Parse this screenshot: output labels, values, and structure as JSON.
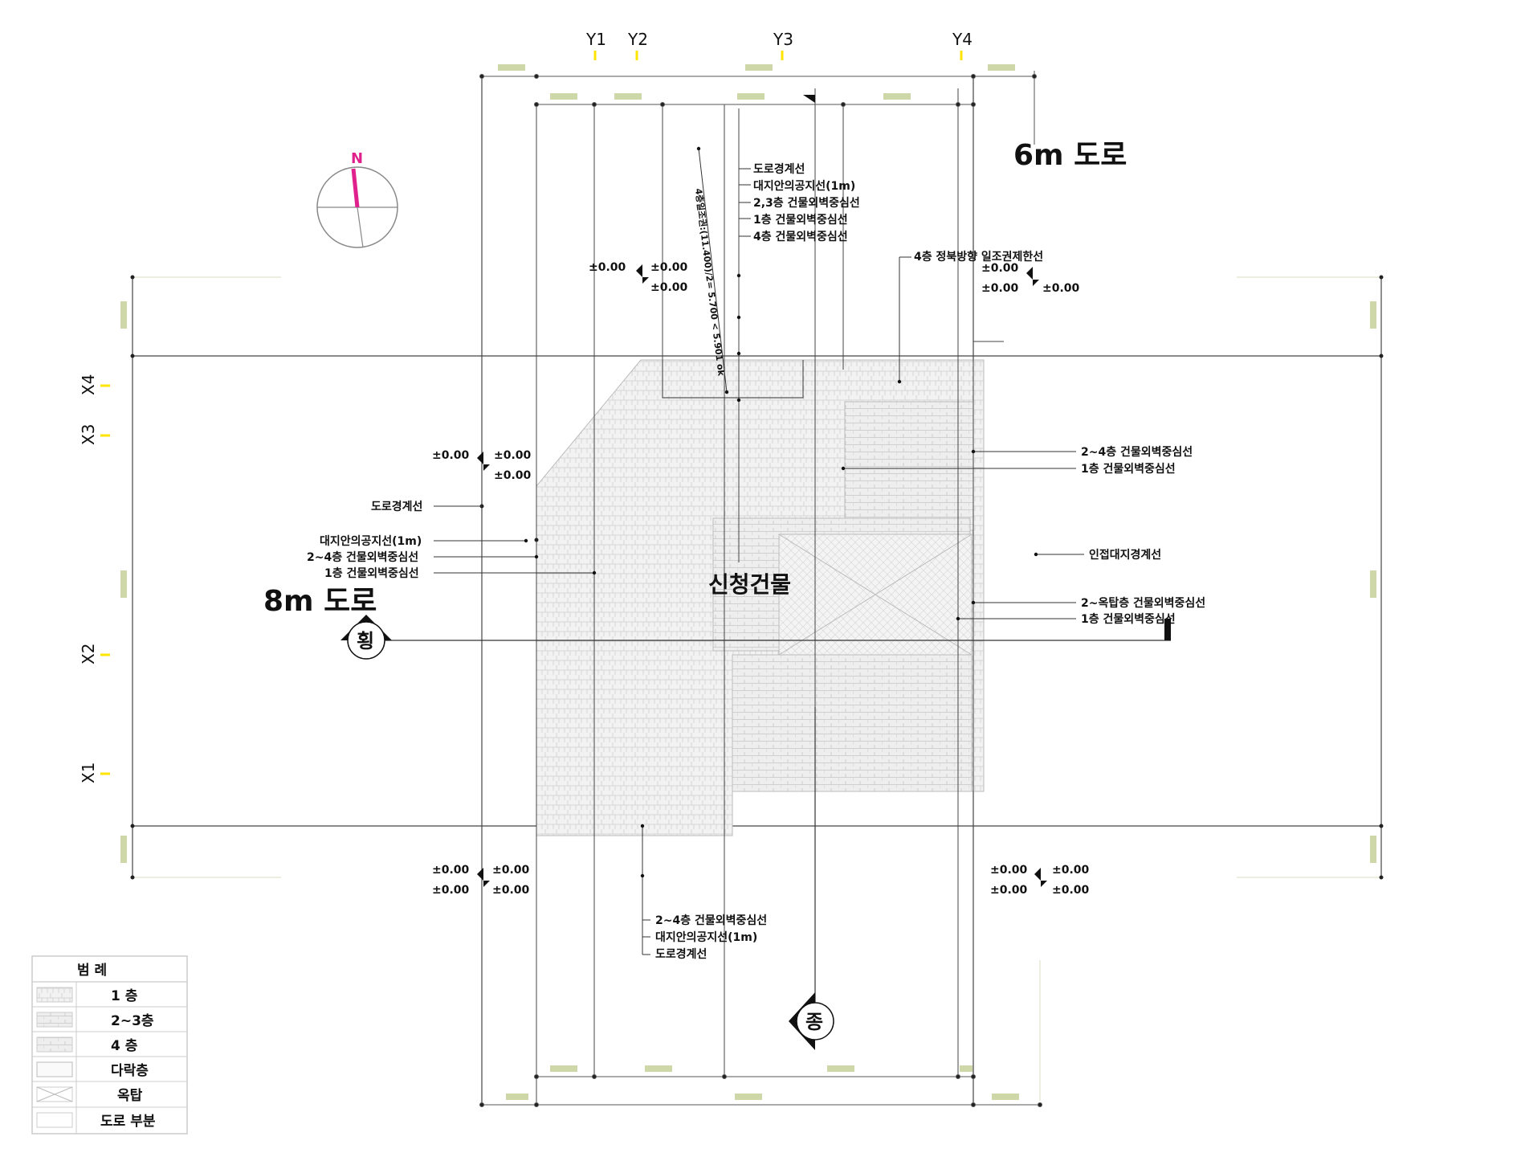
{
  "colors": {
    "line": "#333333",
    "grid_tick": "#ffe400",
    "north": "#e0208c",
    "faint": "#c9d3a8",
    "hatch": "#c8c8c8",
    "fill": "#f0f0f0"
  },
  "grid_labels": {
    "y1": "Y1",
    "y2": "Y2",
    "y3": "Y3",
    "y4": "Y4",
    "x1": "X1",
    "x2": "X2",
    "x3": "X3",
    "x4": "X4"
  },
  "compass": {
    "north": "N"
  },
  "roads": {
    "top": "6m 도로",
    "left": "8m 도로"
  },
  "building": "신청건물",
  "diagonal_note": "4층일조권:(11.400)/2= 5.700 < 5.901 ok",
  "annotations": {
    "top_group": [
      "도로경계선",
      "대지안의공지선(1m)",
      "2,3층 건물외벽중심선",
      "1층 건물외벽중심선",
      "4층 건물외벽중심선"
    ],
    "sunlight_line": "4층 정북방향 일조권제한선",
    "right_upper": [
      "2~4층 건물외벽중심선",
      "1층 건물외벽중심선"
    ],
    "left_group": [
      "도로경계선",
      "대지안의공지선(1m)",
      "2~4층 건물외벽중심선",
      "1층 건물외벽중심선"
    ],
    "neighbor": "인접대지경계선",
    "right_lower": [
      "2~옥탑층 건물외벽중심선",
      "1층 건물외벽중심선"
    ],
    "bottom_group": [
      "2~4층 건물외벽중심선",
      "대지안의공지선(1m)",
      "도로경계선"
    ]
  },
  "level": "±0.00",
  "sections": {
    "horizontal": "횡",
    "vertical": "종"
  },
  "legend": {
    "title": "범    례",
    "items": [
      "1   층",
      "2~3층",
      "4   층",
      "다락층",
      "옥탑",
      "도로 부분"
    ]
  }
}
